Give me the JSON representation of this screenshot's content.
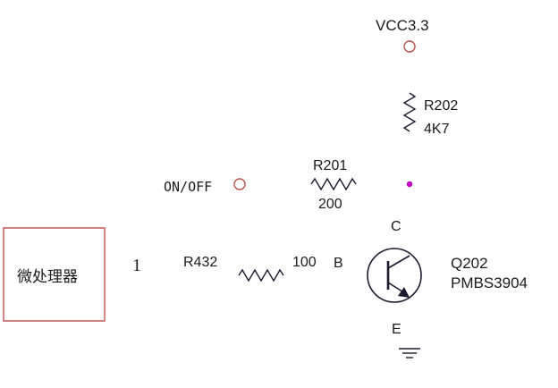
{
  "colors": {
    "wire": "#c0504d",
    "junction": "#c000c0",
    "component": "#1a1a2e",
    "text": "#1a1a1a"
  },
  "supply": {
    "label": "VCC3.3"
  },
  "r202": {
    "ref": "R202",
    "value": "4K7"
  },
  "r201": {
    "ref": "R201",
    "value": "200"
  },
  "r432": {
    "ref": "R432",
    "value": "100"
  },
  "on_off": {
    "label": "ON/OFF"
  },
  "mcu": {
    "label": "微处理器",
    "pin": "1"
  },
  "transistor": {
    "ref": "Q202",
    "part": "PMBS3904",
    "pin_c": "C",
    "pin_b": "B",
    "pin_e": "E"
  }
}
